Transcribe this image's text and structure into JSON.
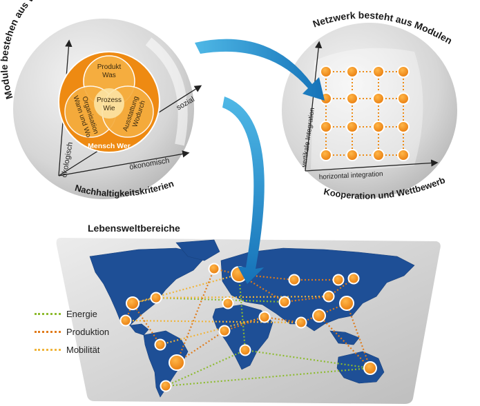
{
  "left_panel": {
    "title": "Module bestehen aus Wertschöpfungsfaktoren",
    "bottom": "Nachhaltigkeitskriterien",
    "axes": {
      "y": "ökologisch",
      "x": "ökonomisch",
      "z": "sozial"
    },
    "venn": {
      "top": "Produkt",
      "top_sub": "Was",
      "center": "Prozess",
      "center_sub": "Wie",
      "left": "Organisation",
      "left_sub": "Wann und Wo",
      "right": "Ausstattung",
      "right_sub": "Wodurch",
      "bottom": "Mensch  Wer"
    }
  },
  "right_panel": {
    "title": "Netzwerk besteht aus Modulen",
    "bottom": "Kooperation und Wettbewerb",
    "axes": {
      "y": "vertikale Integration",
      "x": "horizontal integration"
    }
  },
  "map": {
    "title": "Lebensweltbereiche",
    "legend": [
      {
        "label": "Energie",
        "color": "#8dbb2e"
      },
      {
        "label": "Produktion",
        "color": "#e07b1a"
      },
      {
        "label": "Mobilität",
        "color": "#f0b43a"
      }
    ]
  },
  "colors": {
    "orange": "#ee8a12",
    "blue": "#1e4f96",
    "arrow": "#1e9fd4",
    "grey": "#d8d8d8"
  }
}
